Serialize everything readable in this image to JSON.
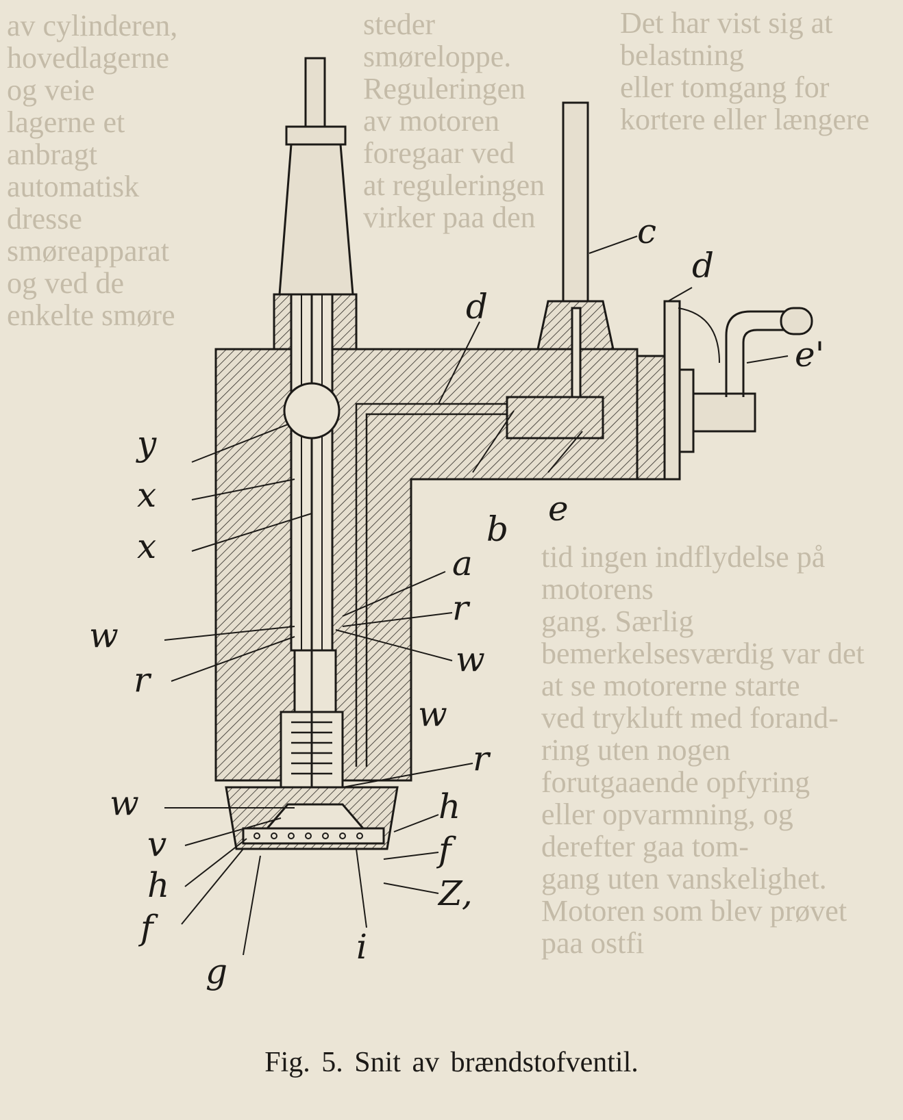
{
  "figure": {
    "caption": "Fig. 5.  Snit av brændstofventil.",
    "labels": [
      "c",
      "d",
      "e'",
      "d",
      "y",
      "x",
      "x",
      "b",
      "e",
      "a",
      "r",
      "w",
      "w",
      "r",
      "w",
      "r",
      "w",
      "h",
      "v",
      "f",
      "h",
      "Z,",
      "f",
      "i",
      "g"
    ]
  },
  "show_through_text": [
    "av cylinderen, hovedlagerne og veie",
    "lagerne et anbragt automatisk dresse",
    "smøreapparat og ved de enkelte smøre",
    "steder smøreloppe.",
    "Reguleringen av motoren foregaar ved",
    "at reguleringen virker paa den",
    "Det har vist sig at belastning",
    "eller tomgang for kortere eller længere",
    "tid ingen indflydelse på motorens",
    "gang. Særlig bemerkelsesværdig var det",
    "at se motorerne starte",
    "ved trykluft med forand-",
    "ring uten nogen forutgaaende opfyring",
    "eller opvarmning, og derefter gaa tom-",
    "gang uten vanskelighet.",
    "Motoren som blev prøvet paa ostfi"
  ]
}
